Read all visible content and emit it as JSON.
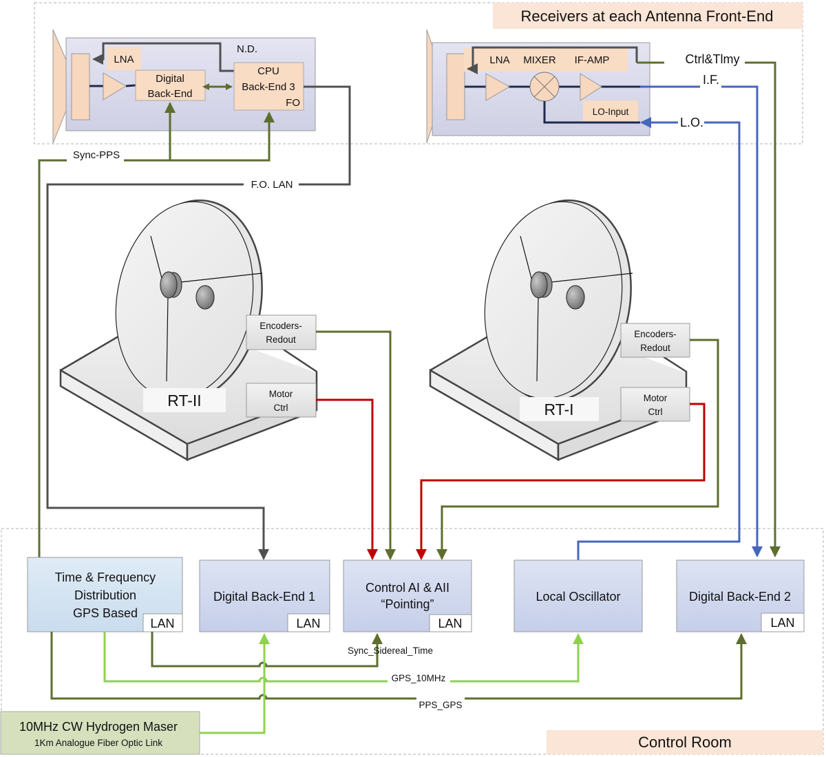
{
  "sections": {
    "front_end_title": "Receivers at each Antenna Front-End",
    "control_room_title": "Control Room"
  },
  "receiver_left": {
    "lna_label": "LNA",
    "nd_label": "N.D.",
    "digital_backend": [
      "Digital",
      "Back-End"
    ],
    "cpu_box": [
      "CPU",
      "Back-End 3",
      "FO"
    ]
  },
  "receiver_right": {
    "lna_label": "LNA",
    "mixer_label": "MIXER",
    "ifamp_label": "IF-AMP",
    "lo_input_label": "LO-Input"
  },
  "signals": {
    "sync_pps": "Sync-PPS",
    "fo_lan": "F.O. LAN",
    "ctrl_tlmy": "Ctrl&Tlmy",
    "if": "I.F.",
    "lo": "L.O.",
    "sync_sidereal": "Sync_Sidereal_Time",
    "gps_10mhz": "GPS_10MHz",
    "pps_gps": "PPS_GPS"
  },
  "telescopes": [
    {
      "name": "RT-II",
      "encoders": [
        "Encoders-",
        "Redout"
      ],
      "motor": [
        "Motor",
        "Ctrl"
      ]
    },
    {
      "name": "RT-I",
      "encoders": [
        "Encoders-",
        "Redout"
      ],
      "motor": [
        "Motor",
        "Ctrl"
      ]
    }
  ],
  "control_room": {
    "tfd": [
      "Time & Frequency",
      "Distribution",
      "GPS Based"
    ],
    "dbe1": "Digital Back-End 1",
    "control": [
      "Control AI & AII",
      "“Pointing”"
    ],
    "local_osc": "Local Oscillator",
    "dbe2": "Digital Back-End 2",
    "lan_label": "LAN"
  },
  "maser": {
    "title": "10MHz CW Hydrogen Maser",
    "subtitle": "1Km Analogue Fiber Optic Link"
  },
  "colors": {
    "olive": "#5d6e2e",
    "light_green": "#8fd14f",
    "blue": "#4466bb",
    "red": "#c00000",
    "dark_gray": "#505050",
    "navy": "#1f2a4d",
    "peach": "#f9dcc4",
    "lavender": "#d8d9ea",
    "box_blue": "#d0d8ee",
    "tfd_blue": "#d3e4f1",
    "maser_green": "#d6e0bd",
    "section_peach": "#fbe5d6"
  }
}
